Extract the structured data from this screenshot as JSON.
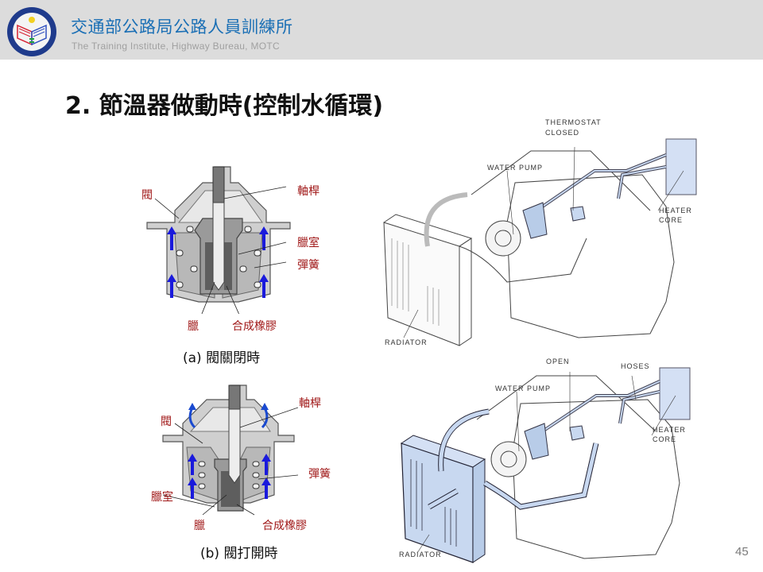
{
  "header": {
    "org_name_zh": "交通部公路局公路人員訓練所",
    "org_name_en": "The Training Institute, Highway Bureau,  MOTC",
    "logo_icon": "institute-emblem-icon"
  },
  "slide": {
    "title": "2. 節溫器做動時(控制水循環)",
    "page_number": "45"
  },
  "thermostat_closed": {
    "caption": "(a) 閥關閉時",
    "labels": {
      "valve": "閥",
      "shaft": "軸桿",
      "wax_chamber": "臘室",
      "spring": "彈簧",
      "wax": "臘",
      "synthetic_rubber": "合成橡膠"
    }
  },
  "thermostat_open": {
    "caption": "(b) 閥打開時",
    "labels": {
      "valve": "閥",
      "shaft": "軸桿",
      "spring": "彈簧",
      "wax_chamber": "臘室",
      "wax": "臘",
      "synthetic_rubber": "合成橡膠"
    }
  },
  "engine_closed": {
    "labels": {
      "thermostat": "THERMOSTAT",
      "thermostat_state": "CLOSED",
      "water_pump": "WATER PUMP",
      "heater": "HEATER",
      "core": "CORE",
      "radiator": "RADIATOR"
    }
  },
  "engine_open": {
    "labels": {
      "open": "OPEN",
      "hoses": "HOSES",
      "water_pump": "WATER PUMP",
      "heater": "HEATER",
      "core": "CORE",
      "radiator": "RADIATOR"
    }
  },
  "colors": {
    "header_bg": "#dcdcdc",
    "brand_blue": "#1a6fb5",
    "label_red": "#a01818",
    "coolant_blue": "#c8d8f0",
    "arrow_blue": "#1a1adc"
  }
}
